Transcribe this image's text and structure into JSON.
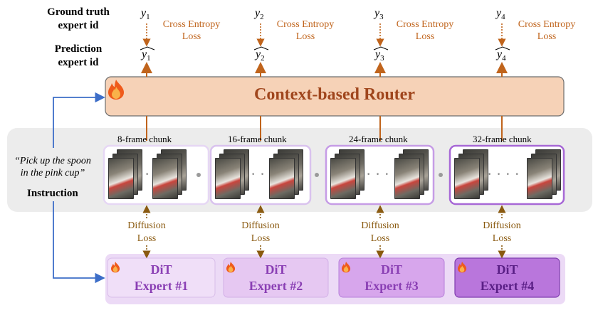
{
  "headers": {
    "gt_line1": "Ground truth",
    "gt_line2": "expert id",
    "pred_line1": "Prediction",
    "pred_line2": "expert id"
  },
  "gt": [
    {
      "y": "y",
      "sub": "1",
      "loss1": "Cross Entropy",
      "loss2": "Loss"
    },
    {
      "y": "y",
      "sub": "2",
      "loss1": "Cross Entropy",
      "loss2": "Loss"
    },
    {
      "y": "y",
      "sub": "3",
      "loss1": "Cross Entropy",
      "loss2": "Loss"
    },
    {
      "y": "y",
      "sub": "4",
      "loss1": "Cross Entropy",
      "loss2": "Loss"
    }
  ],
  "router": {
    "title": "Context-based Router",
    "icon": "fire-icon"
  },
  "instruction": {
    "quote_line1": "“Pick up the spoon",
    "quote_line2": "in the pink cup”",
    "label": "Instruction"
  },
  "chunks": [
    {
      "label": "8-frame chunk",
      "dots": "·"
    },
    {
      "label": "16-frame chunk",
      "dots": "· ·"
    },
    {
      "label": "24-frame chunk",
      "dots": "· · ·"
    },
    {
      "label": "32-frame chunk",
      "dots": "· · · ·"
    }
  ],
  "diffusion": [
    {
      "line1": "Diffusion",
      "line2": "Loss"
    },
    {
      "line1": "Diffusion",
      "line2": "Loss"
    },
    {
      "line1": "Diffusion",
      "line2": "Loss"
    },
    {
      "line1": "Diffusion",
      "line2": "Loss"
    }
  ],
  "experts": [
    {
      "line1": "DiT",
      "line2": "Expert #1",
      "fill": "#f0dff8",
      "text": "#8a3fb4"
    },
    {
      "line1": "DiT",
      "line2": "Expert #2",
      "fill": "#e6c8f2",
      "text": "#8a3fb4"
    },
    {
      "line1": "DiT",
      "line2": "Expert #3",
      "fill": "#d7a6ec",
      "text": "#8a3fb4"
    },
    {
      "line1": "DiT",
      "line2": "Expert #4",
      "fill": "#b976dc",
      "text": "#5a1f86"
    }
  ],
  "colors": {
    "router_fill": "#f6d2b7",
    "router_text": "#a0461d",
    "arrow_orange": "#c0641c",
    "instruction_arrow": "#3d6ec8",
    "panel_gray": "#ececec",
    "chunk_borders": [
      "#e6d7f4",
      "#d9c2ee",
      "#c69ce6",
      "#a768d6"
    ]
  }
}
